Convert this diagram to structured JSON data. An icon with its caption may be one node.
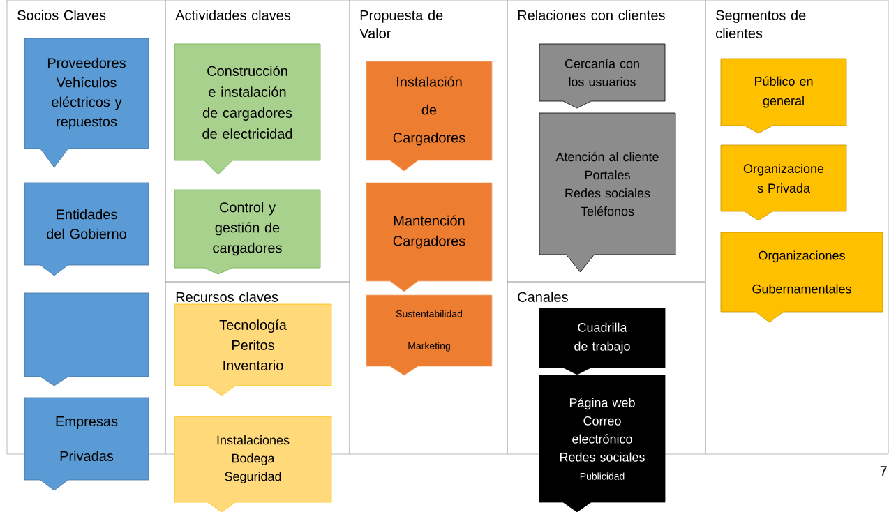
{
  "diagram": {
    "nodes": [
      {
        "text": [
          "Socios Claves"
        ]
      },
      {
        "text": [
          "Proveedores Vehículos eléctricos y repuestos"
        ],
        "in": 0
      },
      {
        "text": [
          "Entidades del Gobierno"
        ],
        "in": 0
      },
      {
        "text": [],
        "shape": "box",
        "in": 0
      },
      {
        "text": [
          "Empresas Privadas"
        ]
      },
      {
        "text": [
          "Actividades claves"
        ]
      },
      {
        "text": [
          "Construcción e instalación de cargadores de electricidad"
        ],
        "in": 5
      },
      {
        "text": [
          "Control y gestión de cargadores"
        ],
        "in": 5
      },
      {
        "text": [
          "Recursos claves"
        ]
      },
      {
        "text": [
          "Tecnología",
          "Peritos",
          "Inventario"
        ],
        "in": 8
      },
      {
        "text": [
          "Instalaciones",
          "Bodega",
          "Seguridad"
        ]
      },
      {
        "text": [
          "Propuesta de Valor"
        ]
      },
      {
        "text": [
          "Instalación de Cargadores"
        ],
        "in": 11
      },
      {
        "text": [
          "Mantención Cargadores"
        ],
        "in": 11
      },
      {
        "text": [
          "Sustentabilidad",
          "Marketing"
        ],
        "in": 11
      },
      {
        "text": [
          "Relaciones con clientes"
        ]
      },
      {
        "text": [
          "Cercanía con los usuarios"
        ],
        "in": 15
      },
      {
        "text": [
          "Atención al cliente",
          "Portales",
          "Redes sociales",
          "Teléfonos"
        ],
        "in": 15
      },
      {
        "text": [
          "Canales"
        ]
      },
      {
        "text": [
          "Cuadrilla de trabajo"
        ],
        "in": 18
      },
      {
        "text": [
          "Página web",
          "Correo electrónico",
          "Redes sociales",
          "Publicidad"
        ]
      },
      {
        "text": [
          "Segmentos de clientes"
        ]
      },
      {
        "text": [
          "Público en general"
        ],
        "in": 21
      },
      {
        "text": [
          "Organizacione s Privada"
        ],
        "in": 21
      },
      {
        "text": [
          "Organizaciones Gubernamentales"
        ],
        "in": 21
      }
    ],
    "labels": [
      "7"
    ]
  }
}
